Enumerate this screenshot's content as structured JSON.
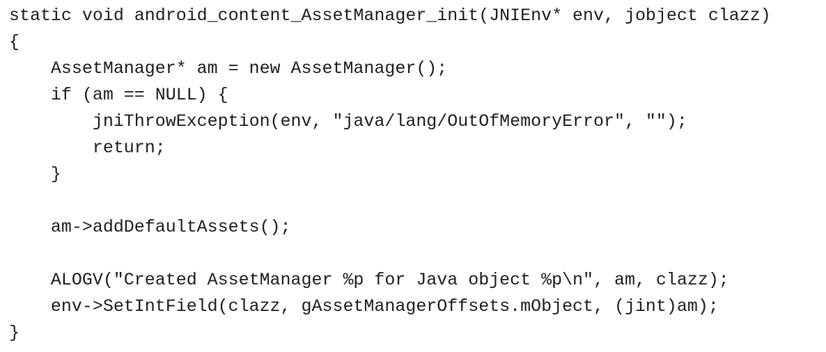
{
  "document": {
    "kind": "source-code-snippet",
    "language": "C++",
    "background_color": "#ffffff",
    "text_color": "#1b1b1b",
    "font_style": "monospace"
  },
  "code": {
    "lines": [
      "static void android_content_AssetManager_init(JNIEnv* env, jobject clazz)",
      "{",
      "    AssetManager* am = new AssetManager();",
      "    if (am == NULL) {",
      "        jniThrowException(env, \"java/lang/OutOfMemoryError\", \"\");",
      "        return;",
      "    }",
      "",
      "    am->addDefaultAssets();",
      "",
      "    ALOGV(\"Created AssetManager %p for Java object %p\\n\", am, clazz);",
      "    env->SetIntField(clazz, gAssetManagerOffsets.mObject, (jint)am);",
      "}"
    ]
  }
}
